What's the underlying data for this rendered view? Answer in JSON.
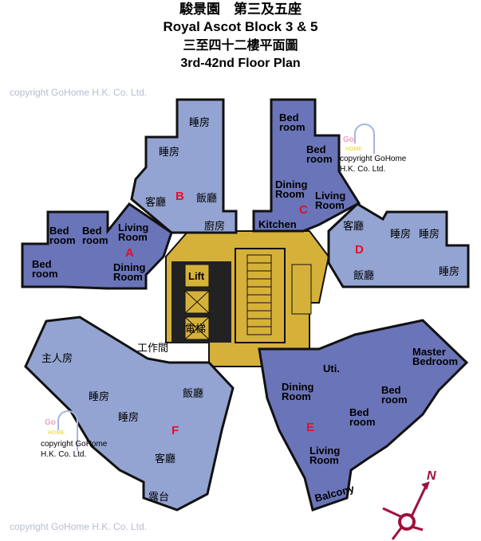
{
  "header": {
    "title_zh": "駿景園　第三及五座",
    "title_en": "Royal Ascot  Block 3 & 5",
    "subtitle_zh": "三至四十二樓平面圖",
    "subtitle_en": "3rd-42nd Floor Plan"
  },
  "colors": {
    "unit_light": "#93a4d2",
    "unit_dark": "#6a74b8",
    "core": "#d6b13a",
    "unit_label": "#e0102a",
    "compass": "#a0103a"
  },
  "core": {
    "lift_label": "Lift",
    "lift_zh": "電梯"
  },
  "units": {
    "A": {
      "label": "A",
      "rooms": [
        "Bed",
        "room",
        "Bed",
        "room",
        "Living",
        "Room",
        "Bed",
        "room",
        "Dining",
        "Room"
      ]
    },
    "B": {
      "label": "B",
      "rooms": [
        "睡房",
        "睡房",
        "客廳",
        "飯廳",
        "廚房"
      ]
    },
    "C": {
      "label": "C",
      "rooms": [
        "Bed",
        "room",
        "Bed",
        "room",
        "Dining",
        "Room",
        "Living",
        "Room",
        "Kitchen"
      ]
    },
    "D": {
      "label": "D",
      "rooms": [
        "客廳",
        "睡房",
        "睡房",
        "飯廳",
        "睡房"
      ]
    },
    "E": {
      "label": "E",
      "rooms": [
        "Uti.",
        "Master",
        "Bedroom",
        "Dining",
        "Room",
        "Bed",
        "room",
        "Bed",
        "room",
        "Living",
        "Room",
        "Balcony"
      ]
    },
    "F": {
      "label": "F",
      "rooms": [
        "主人房",
        "工作間",
        "睡房",
        "飯廳",
        "睡房",
        "客廳",
        "露台"
      ]
    }
  },
  "copyright": {
    "line1": "copyright GoHome",
    "line2": "H.K. Co. Ltd.",
    "logo_top": "Go",
    "logo_bottom": "HOME"
  },
  "watermark": "copyright GoHome H.K. Co. Ltd.",
  "compass": {
    "north": "N",
    "icon": "compass-north-arrow-icon"
  }
}
